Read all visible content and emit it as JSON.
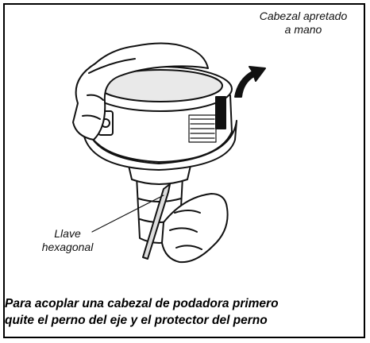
{
  "label_top_line1": "Cabezal apretado",
  "label_top_line2": "a mano",
  "label_left_line1": "Llave",
  "label_left_line2": "hexagonal",
  "caption_line1": "Para acoplar una cabezal de podadora  primero",
  "caption_line2": "quite el perno del eje y el protector del perno"
}
